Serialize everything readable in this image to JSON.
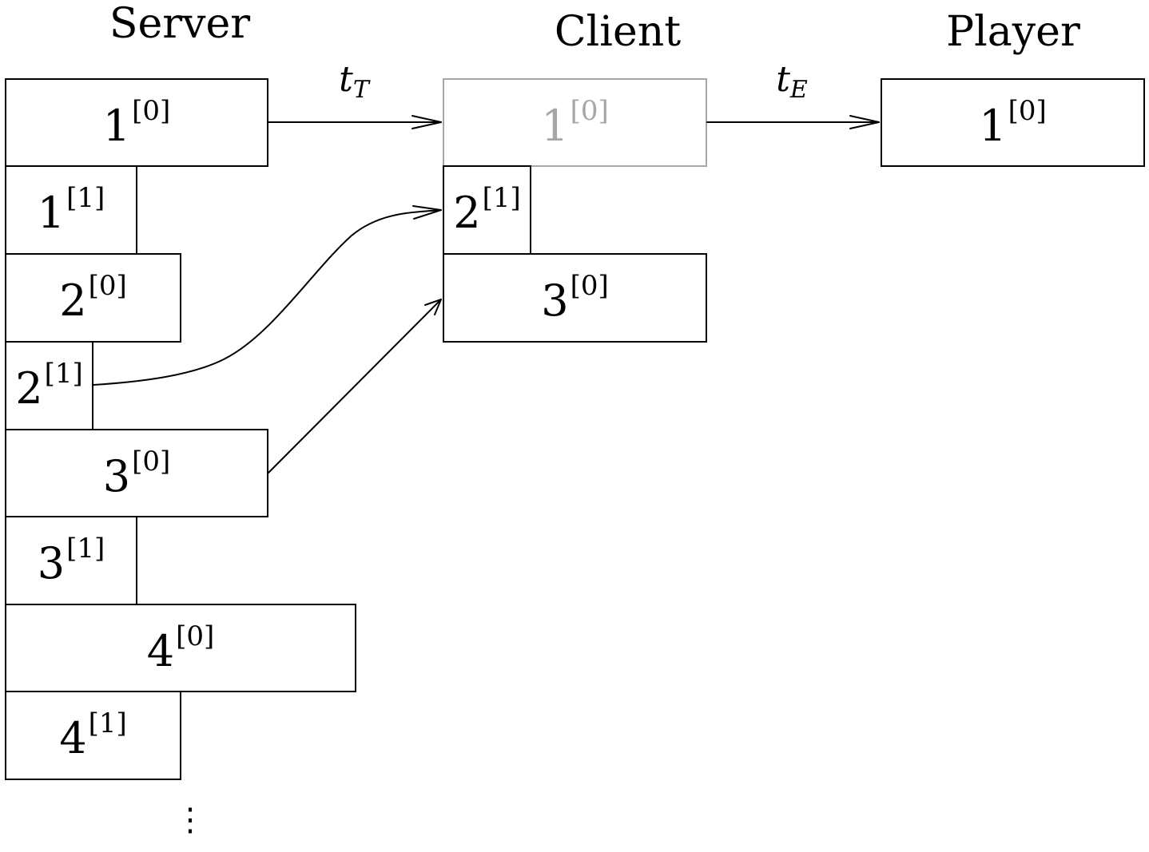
{
  "columns": {
    "server": "Server",
    "client": "Client",
    "player": "Player"
  },
  "edge_labels": {
    "t_T": {
      "base": "t",
      "sub": "T"
    },
    "t_E": {
      "base": "t",
      "sub": "E"
    }
  },
  "server_blocks": [
    {
      "base": "1",
      "sup": "[0]"
    },
    {
      "base": "1",
      "sup": "[1]"
    },
    {
      "base": "2",
      "sup": "[0]"
    },
    {
      "base": "2",
      "sup": "[1]"
    },
    {
      "base": "3",
      "sup": "[0]"
    },
    {
      "base": "3",
      "sup": "[1]"
    },
    {
      "base": "4",
      "sup": "[0]"
    },
    {
      "base": "4",
      "sup": "[1]"
    }
  ],
  "client_blocks": [
    {
      "base": "1",
      "sup": "[0]",
      "faded": true
    },
    {
      "base": "2",
      "sup": "[1]"
    },
    {
      "base": "3",
      "sup": "[0]"
    }
  ],
  "player_blocks": [
    {
      "base": "1",
      "sup": "[0]"
    }
  ],
  "continuation": "⋮",
  "colors": {
    "line": "#000000",
    "faded": "#a6a6a6"
  }
}
